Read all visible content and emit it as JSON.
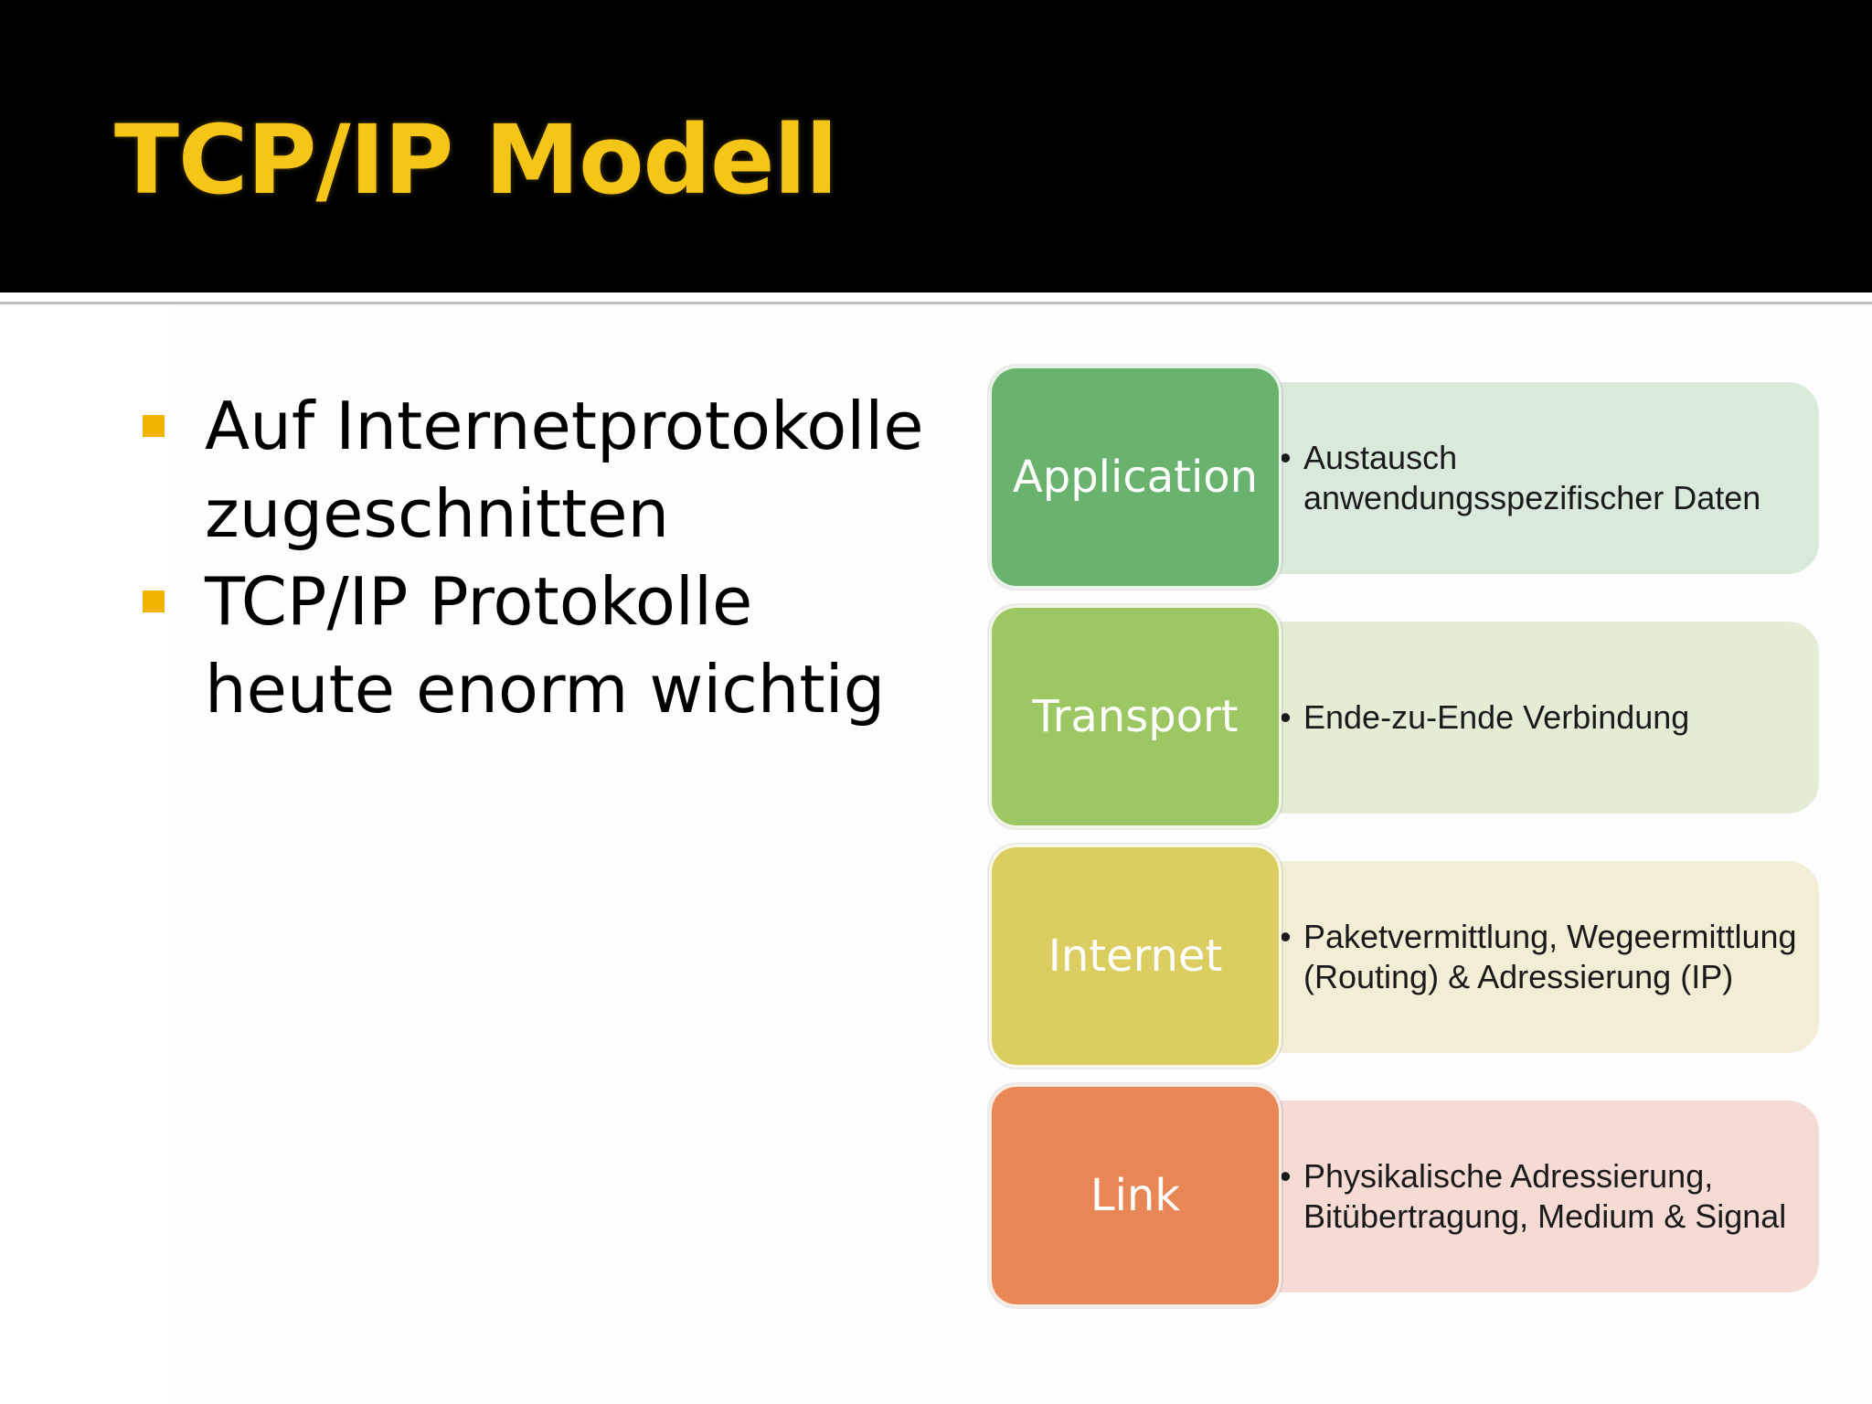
{
  "slide": {
    "title": "TCP/IP Modell",
    "bullets": [
      "Auf Internetprotokolle zugeschnitten",
      "TCP/IP Protokolle heute enorm wichtig"
    ],
    "bullet_color": "#f0b400",
    "title_color": "#f5c518"
  },
  "layers": [
    {
      "name": "Application",
      "description": "Austausch anwendungsspezifischer Daten",
      "color": "#69b36e",
      "light_color": "#d9eadb"
    },
    {
      "name": "Transport",
      "description": "Ende-zu-Ende Verbindung",
      "color": "#9cc763",
      "light_color": "#e5ecd6"
    },
    {
      "name": "Internet",
      "description": "Paketvermittlung, Wegeermittlung (Routing) & Adressierung (IP)",
      "color": "#dbcd60",
      "light_color": "#f2eed6"
    },
    {
      "name": "Link",
      "description": "Physikalische Adressierung, Bitübertragung, Medium & Signal",
      "color": "#e88755",
      "light_color": "#f5dbd4"
    }
  ]
}
